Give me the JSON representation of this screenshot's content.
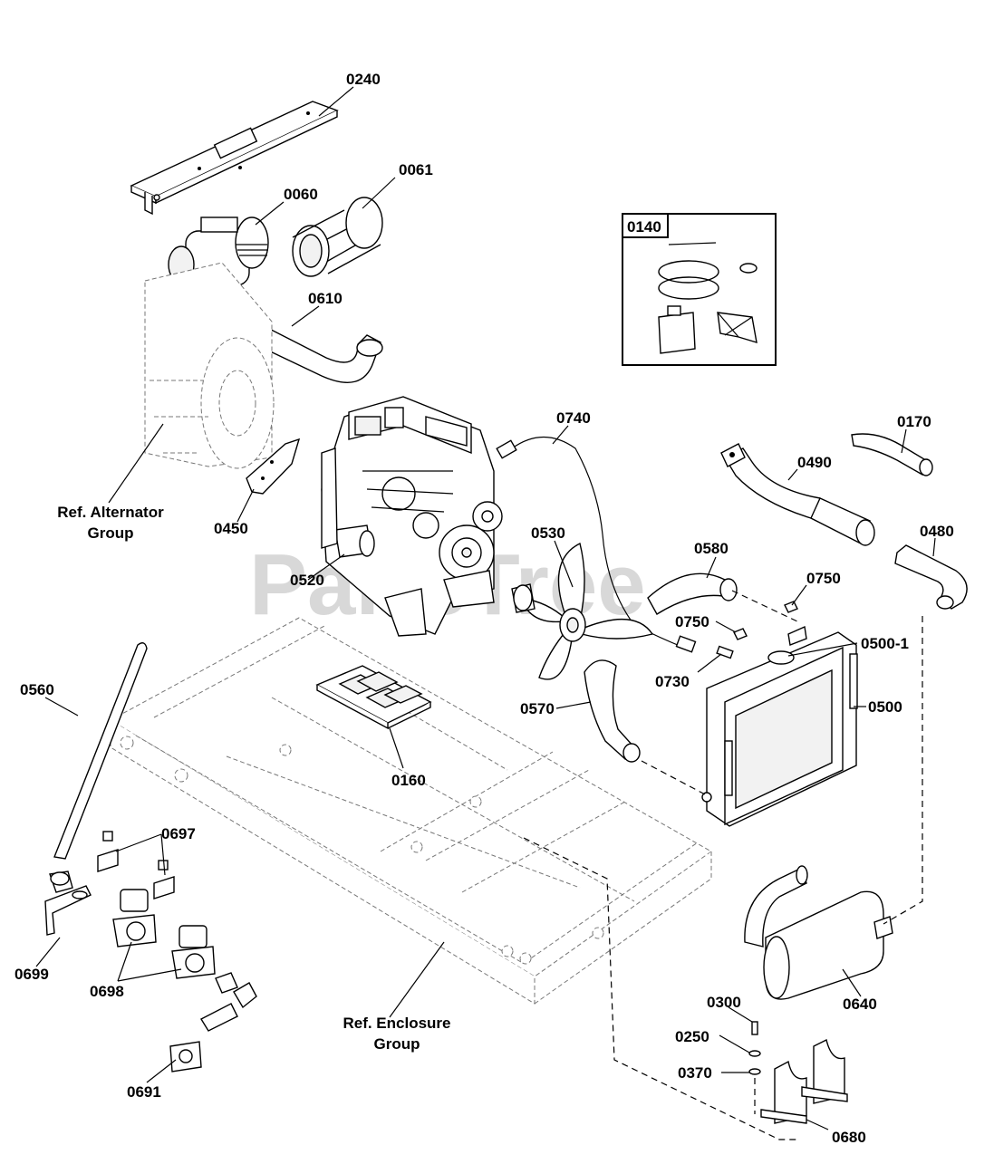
{
  "watermark": "PartsTree",
  "kit_box_label": "0140",
  "callouts": {
    "p0240": "0240",
    "p0061": "0061",
    "p0060": "0060",
    "p0610": "0610",
    "p0140": "0140",
    "p0740": "0740",
    "p0170": "0170",
    "p0490": "0490",
    "p0480": "0480",
    "p0450": "0450",
    "p0530": "0530",
    "p0580": "0580",
    "p0750a": "0750",
    "p0750b": "0750",
    "p0520": "0520",
    "p0500_1": "0500-1",
    "p0730": "0730",
    "p0560": "0560",
    "p0500": "0500",
    "p0570": "0570",
    "p0160": "0160",
    "p0697": "0697",
    "p0699": "0699",
    "p0698": "0698",
    "p0691": "0691",
    "p0640": "0640",
    "p0300": "0300",
    "p0250": "0250",
    "p0370": "0370",
    "p0680": "0680"
  },
  "references": {
    "alternator_line1": "Ref. Alternator",
    "alternator_line2": "Group",
    "enclosure_line1": "Ref. Enclosure",
    "enclosure_line2": "Group"
  }
}
